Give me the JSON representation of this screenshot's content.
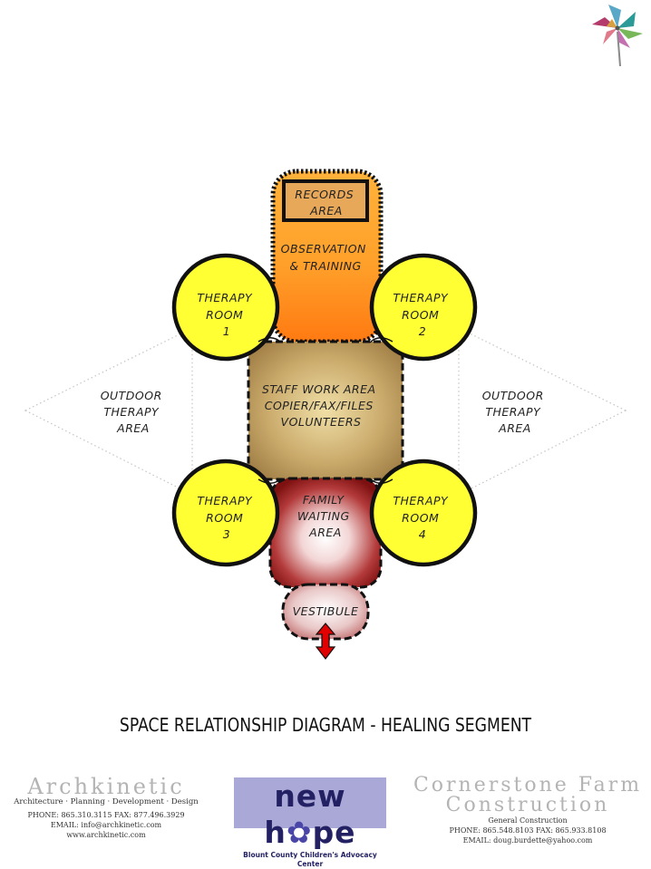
{
  "diagram": {
    "records": [
      "RECORDS",
      "AREA"
    ],
    "observation": [
      "OBSERVATION",
      "& TRAINING"
    ],
    "staff": [
      "STAFF WORK AREA",
      "COPIER/FAX/FILES",
      "VOLUNTEERS"
    ],
    "family": [
      "FAMILY",
      "WAITING",
      "AREA"
    ],
    "vestibule": "VESTIBULE",
    "therapy_word": "THERAPY",
    "room_word": "ROOM",
    "room_numbers": [
      "1",
      "2",
      "3",
      "4"
    ],
    "outdoor": [
      "OUTDOOR",
      "THERAPY",
      "AREA"
    ]
  },
  "title": "SPACE RELATIONSHIP DIAGRAM - HEALING SEGMENT",
  "footer": {
    "archkinetic": {
      "name": "Archkinetic",
      "tagline": "Architecture · Planning · Development · Design",
      "phone": "PHONE: 865.310.3115    FAX: 877.496.3929",
      "email": "EMAIL: info@archkinetic.com",
      "web": "www.archkinetic.com"
    },
    "newhope": {
      "logo_left": "new h",
      "logo_right": "pe",
      "subtitle": "Blount County Children's Advocacy Center"
    },
    "cornerstone": {
      "name_line1": "Cornerstone Farm",
      "name_line2": "Construction",
      "service": "General Construction",
      "phone": "PHONE: 865.548.8103  FAX: 865.933.8108",
      "email": "EMAIL: doug.burdette@yahoo.com"
    }
  },
  "colors": {
    "therapy": "#ffff33",
    "orange": "#ff8c1a",
    "tan": "#b8965a",
    "maroon": "#8b1414",
    "arrow": "#e00000"
  }
}
